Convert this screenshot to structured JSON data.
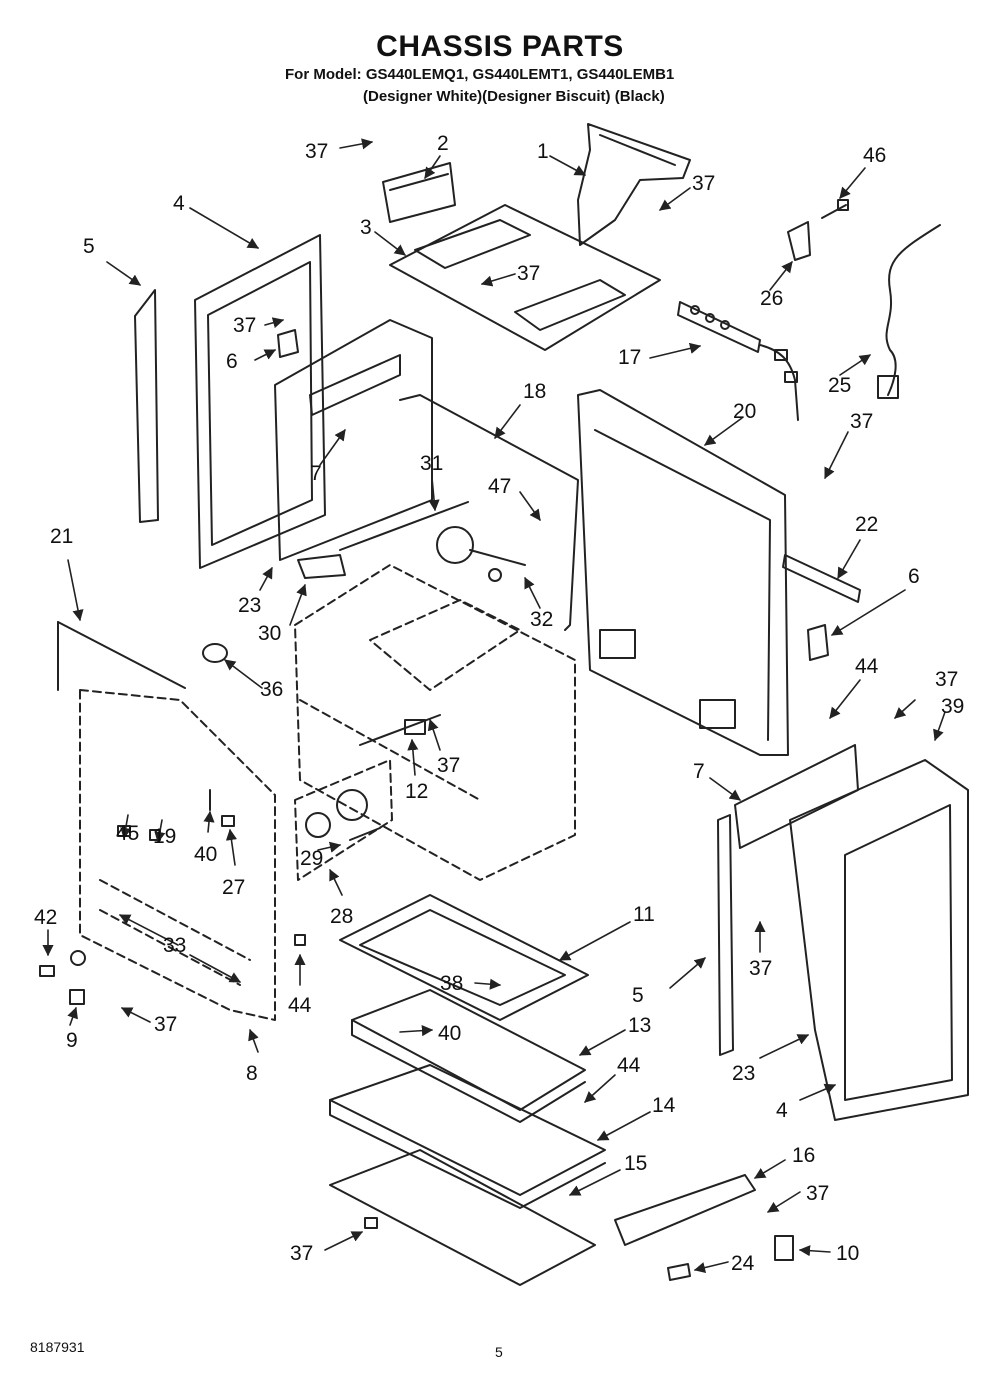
{
  "header": {
    "title": "CHASSIS PARTS",
    "models_line": "For Model: GS440LEMQ1, GS440LEMT1, GS440LEMB1",
    "variants_line": "(Designer White)(Designer Biscuit) (Black)"
  },
  "callouts": {
    "c37a": "37",
    "c2": "2",
    "c1": "1",
    "c37b": "37",
    "c46": "46",
    "c4a": "4",
    "c3": "3",
    "c37c": "37",
    "c5a": "5",
    "c26": "26",
    "c37d": "37",
    "c6a": "6",
    "c17": "17",
    "c25": "25",
    "c18": "18",
    "c20": "20",
    "c37e": "37",
    "c7a": "7",
    "c31": "31",
    "c47": "47",
    "c21": "21",
    "c22": "22",
    "c23a": "23",
    "c6b": "6",
    "c30": "30",
    "c32": "32",
    "c36": "36",
    "c44a": "44",
    "c37f": "37",
    "c39": "39",
    "c12": "12",
    "c37g": "37",
    "c7b": "7",
    "c45": "45",
    "c19": "19",
    "c40a": "40",
    "c27": "27",
    "c29": "29",
    "c28": "28",
    "c37h": "37",
    "c11": "11",
    "c42": "42",
    "c33": "33",
    "c5b": "5",
    "c44b": "44",
    "c38": "38",
    "c9": "9",
    "c37i": "37",
    "c40b": "40",
    "c13": "13",
    "c8": "8",
    "c23b": "23",
    "c44c": "44",
    "c4b": "4",
    "c14": "14",
    "c16": "16",
    "c15": "15",
    "c37j": "37",
    "c37k": "37",
    "c24": "24",
    "c10": "10"
  },
  "footer": {
    "doc_number": "8187931",
    "page_number": "5"
  }
}
